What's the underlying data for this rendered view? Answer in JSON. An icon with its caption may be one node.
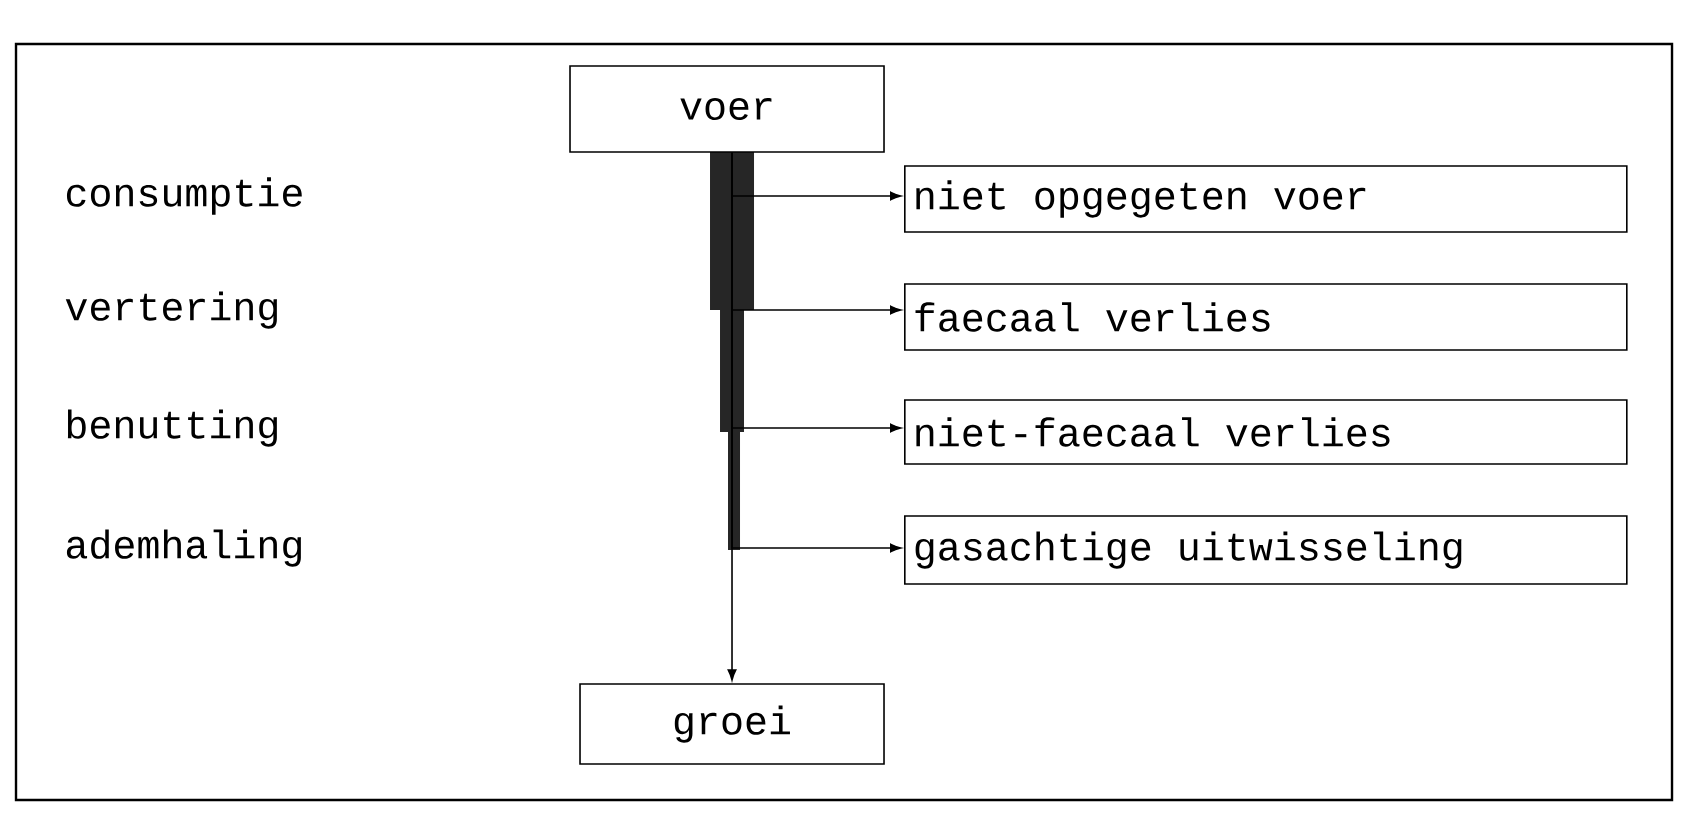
{
  "diagram": {
    "nodes": [
      {
        "text": [
          "voer"
        ]
      },
      {
        "text": [
          "niet opgegeten voer"
        ]
      },
      {
        "text": [
          "faecaal verlies"
        ]
      },
      {
        "text": [
          "niet-faecaal verlies"
        ]
      },
      {
        "text": [
          "gasachtige uitwisseling"
        ]
      },
      {
        "text": [
          "groei"
        ]
      }
    ],
    "edges": [
      {
        "from": 0,
        "to": 1,
        "arrow": "to"
      },
      {
        "from": 0,
        "to": 2,
        "arrow": "to"
      },
      {
        "from": 0,
        "to": 3,
        "arrow": "to"
      },
      {
        "from": 0,
        "to": 4,
        "arrow": "to"
      },
      {
        "from": 0,
        "to": 5,
        "arrow": "to"
      }
    ],
    "labels": [
      "consumptie",
      "vertering",
      "benutting",
      "ademhaling"
    ]
  }
}
